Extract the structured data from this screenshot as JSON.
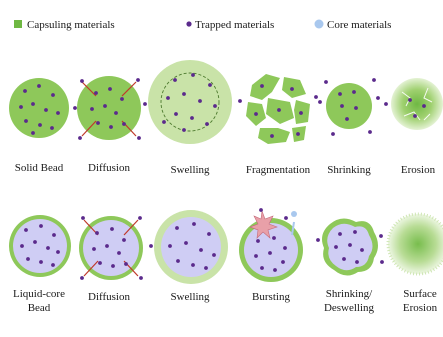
{
  "legend": {
    "capsuling": {
      "label": "Capsuling materials",
      "color": "#8ec85a"
    },
    "trapped": {
      "label": "Trapped materials",
      "color": "#5b2a8c"
    },
    "core": {
      "label": "Core materials",
      "color": "#a9c8ee"
    }
  },
  "row1": {
    "solid_bead": "Solid Bead",
    "diffusion": "Diffusion",
    "swelling": "Swelling",
    "fragmentation": "Fragmentation",
    "shrinking": "Shrinking",
    "erosion": "Erosion"
  },
  "row2": {
    "liquid_core_bead": [
      "Liquid-core",
      "Bead"
    ],
    "diffusion": "Diffusion",
    "swelling": "Swelling",
    "bursting": "Bursting",
    "shrinking_deswelling": [
      "Shrinking/",
      "Deswelling"
    ],
    "surface_erosion": [
      "Surface",
      "Erosion"
    ]
  },
  "colors": {
    "capsule_green": "#8ec85a",
    "capsule_light": "#c9e3a8",
    "core_lavender": "#cfcdf4",
    "dot_purple": "#5b2a8c",
    "arrow_red": "#c0392b"
  }
}
